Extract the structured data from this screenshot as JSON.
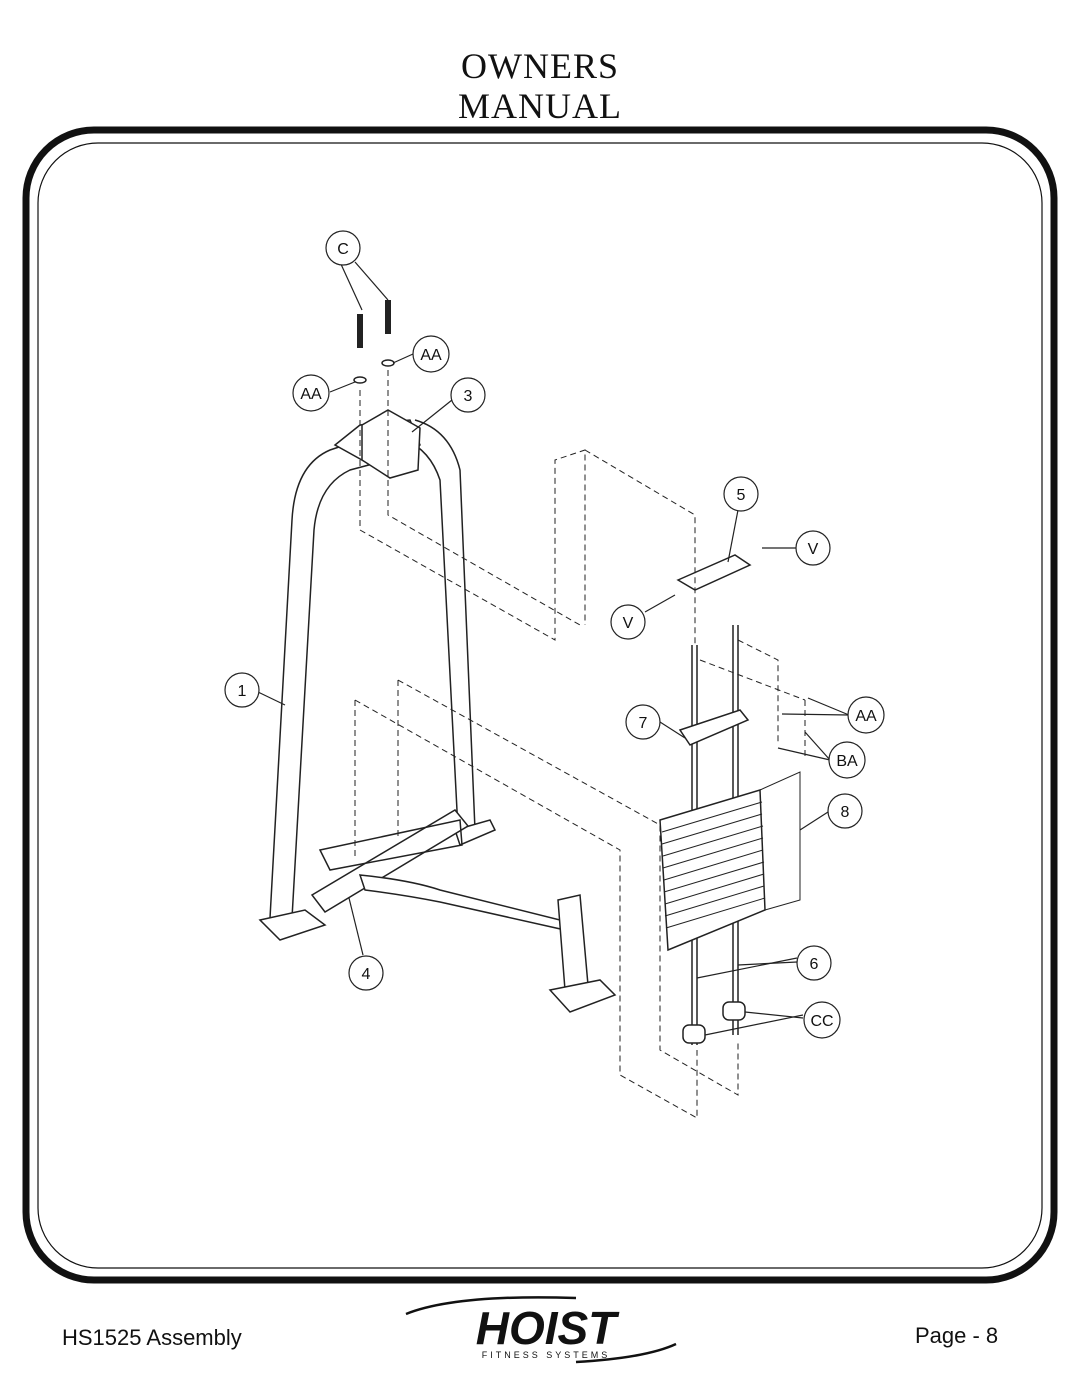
{
  "header": {
    "line1": "OWNERS",
    "line2": "MANUAL"
  },
  "callouts": {
    "c": "C",
    "aa_top": "AA",
    "aa_left": "AA",
    "p3": "3",
    "p5": "5",
    "v_right": "V",
    "v_left": "V",
    "p1": "1",
    "p7": "7",
    "aa_right": "AA",
    "ba": "BA",
    "p8": "8",
    "p4": "4",
    "p6": "6",
    "cc": "CC"
  },
  "footer": {
    "model": "HS1525 Assembly",
    "page": "Page - 8",
    "logo_main": "HOIST",
    "logo_sub": "FITNESS SYSTEMS"
  }
}
